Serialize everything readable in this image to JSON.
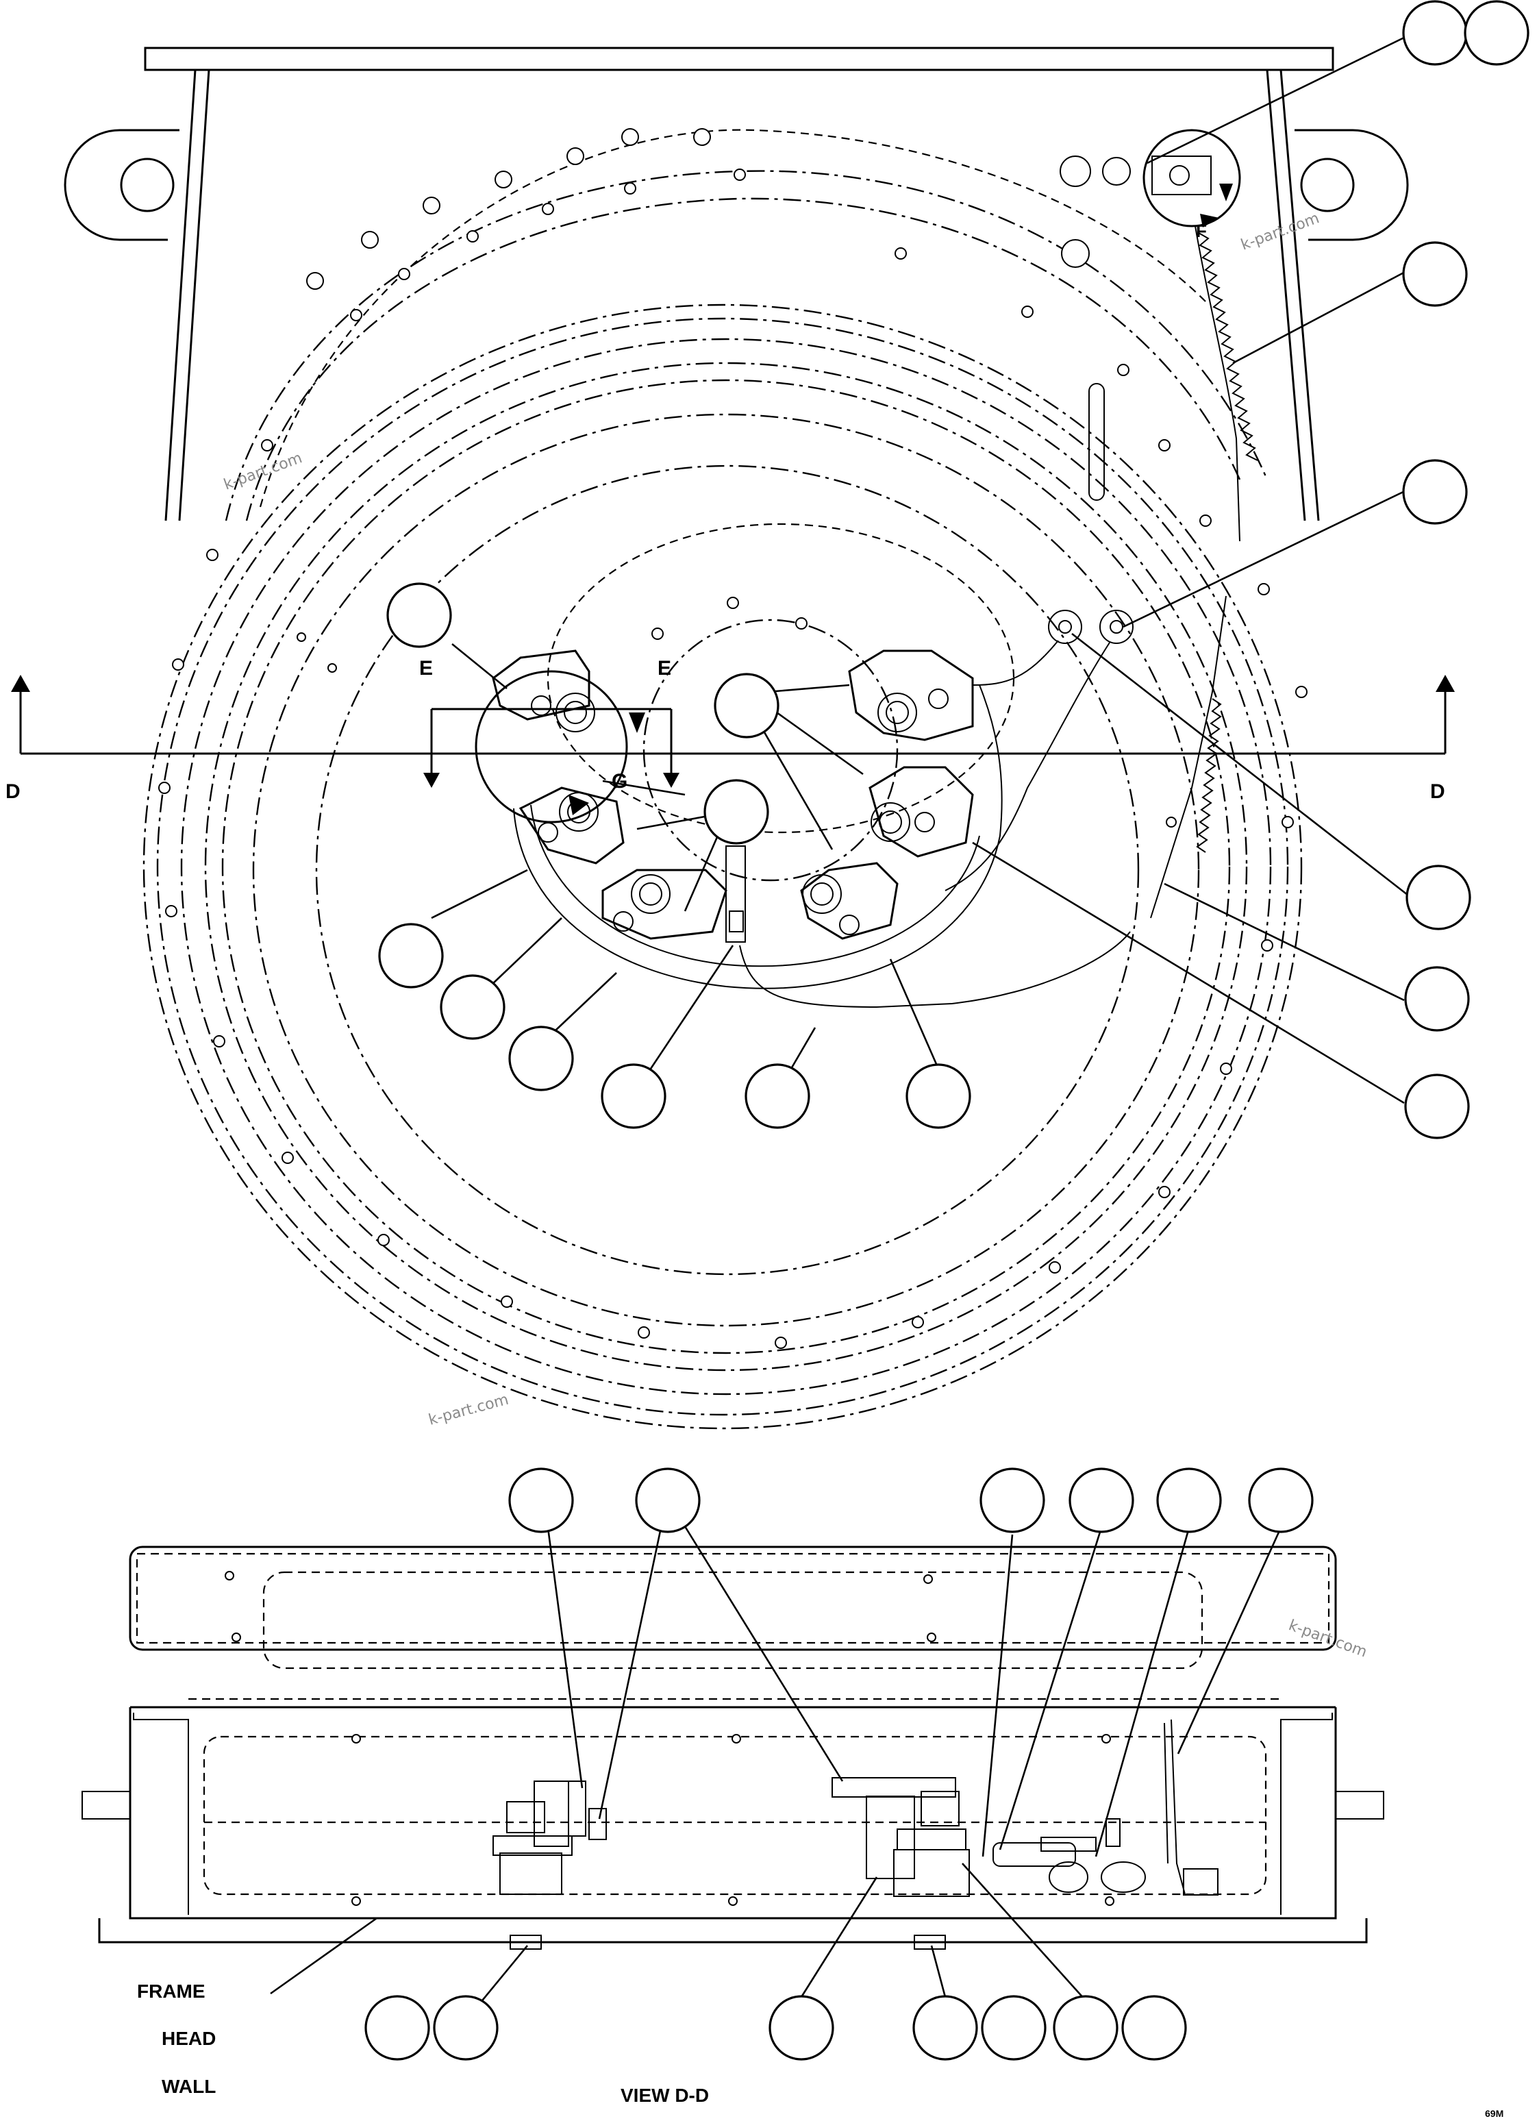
{
  "view_labels": {
    "section_left": "D",
    "section_right": "D",
    "detail_e_left": "E",
    "detail_e_right": "E",
    "detail_f": "F",
    "detail_g": "G",
    "view_title": "VIEW D-D"
  },
  "legend_words": [
    "FRAME",
    "HEAD",
    "WALL"
  ],
  "watermark": "k-part.com",
  "corner_code": "69M"
}
